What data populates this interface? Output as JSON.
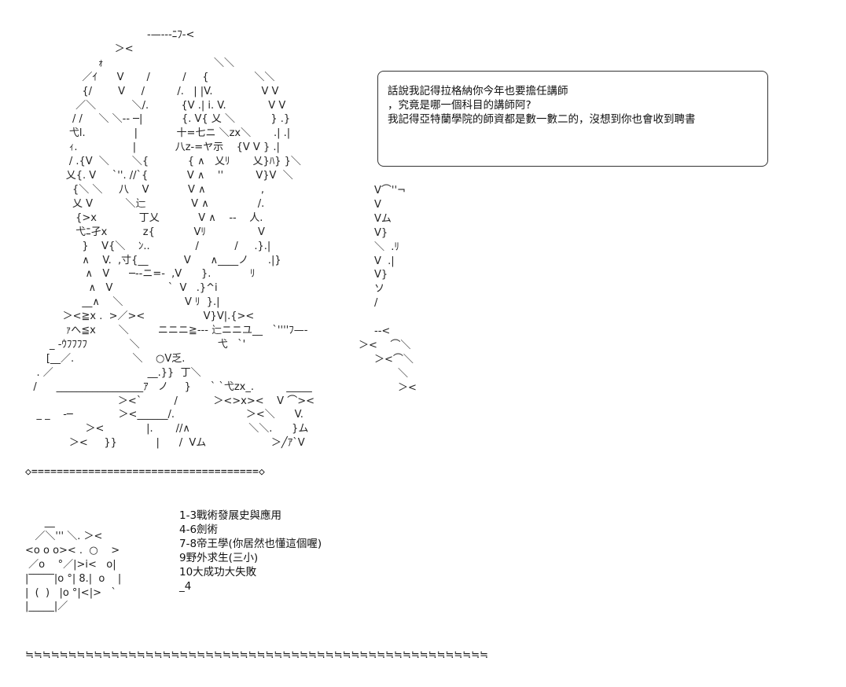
{
  "art_main": [
    "                                      -—--‐ﾆﾌ-<",
    "                            ＞<",
    "                       ｫ                                  ＼＼",
    "                  ／ｲ      V       /          /     {              ＼＼",
    "                  {/        V     /          /.   | |V.               V V",
    "                ／＼           ＼/.          {V .| i. V.             V V",
    "               / /     ＼ ＼-- ─|            {. V{ 乂 ＼           } .}",
    "              弋l.               |            十=七ニ ＼zx＼       .| .|",
    "              ｨ.                 |            八z-=ヤ示    {V V } .|",
    "              / .{V  ＼       ＼{            { ∧   乂ﾘ       乂}ﾊ} }＼",
    "             乂{. V     `''. //`{            V ∧    ''          V}V  ＼",
    "               {＼ ＼     八    V            V ∧                 ,",
    "               乂 V          ＼辷              V ∧               /.",
    "                {>x             丁乂            V ∧    --    人.",
    "                弋ﾆ孑x           z{            Vﾘ                V",
    "                  }    V{＼    ﾝ..              /           /     .}.|",
    "                  ∧    V.  ,寸{__           V      ∧____ノ      .|}",
    "                   ∧   V      ─--ニ=-  ,V      }.            ﾘ",
    "                    ∧   V                 `  V   .}^i",
    "                  __∧    ＼                   V ﾘ  }.|",
    "            ＞<≧x .  >／><                  V}V|.{><",
    "             ｧへ≦x       ＼         ニニニ≧--- 辷ニニユ__   ˋ''''ﾌ—-",
    "        _ -ｳﾌﾌﾌﾌ             ＼                        弋   `'",
    "       [__／.                  ＼    ○V乏.",
    "    . ／                             __.}}  丁＼",
    "   /      _________________ｱ   ノ     }      ` `弋zx_.          _____",
    "                             ＞<`          /           ＞<>x><    V ⌒><",
    "    _ _    -─              ＞<______/.                      ＞<＼      V.",
    "                   ＞<             |.       //∧                  ＼＼.      }ム",
    "              ＞<     }}            |      /  Vム                    ＞╱ｱ`V"
  ],
  "art_right_fragments": [
    "V⌒''¬",
    "V",
    "Vム",
    "V}",
    "＼  .ﾘ",
    "V  .|",
    "V}",
    "ソ",
    "/",
    "--<",
    "＞<    ⌒＼",
    "＞<⌒＼",
    "＼",
    "＞<"
  ],
  "bubble": {
    "lines": [
      "話說我記得拉格納你今年也要擔任講師",
      "，究竟是哪一個科目的講師阿?",
      "我記得亞特蘭學院的師資都是數一數二的，沒想到你也會收到聘書"
    ]
  },
  "divider1": "◇====================================◇",
  "dice_art": [
    "      __",
    "   ／＼''' ＼. ＞<",
    "<o o o>< .  ○    >",
    " ／o    °／|>i<   o|",
    "|‾‾‾‾‾|o °| 8.|  o    |",
    "|  (  )   |o °|<|>   `",
    "|_____|／"
  ],
  "choices": [
    "1-3戰術發展史與應用",
    "4-6劍術",
    "7-8帝王學(你居然也懂這個喔)",
    "9野外求生(三小)",
    "10大成功大失敗",
    "_4"
  ],
  "divider2": "≒≒≒≒≒≒≒≒≒≒≒≒≒≒≒≒≒≒≒≒≒≒≒≒≒≒≒≒≒≒≒≒≒≒≒≒≒≒≒≒≒≒≒≒≒≒≒≒≒≒≒≒≒≒"
}
